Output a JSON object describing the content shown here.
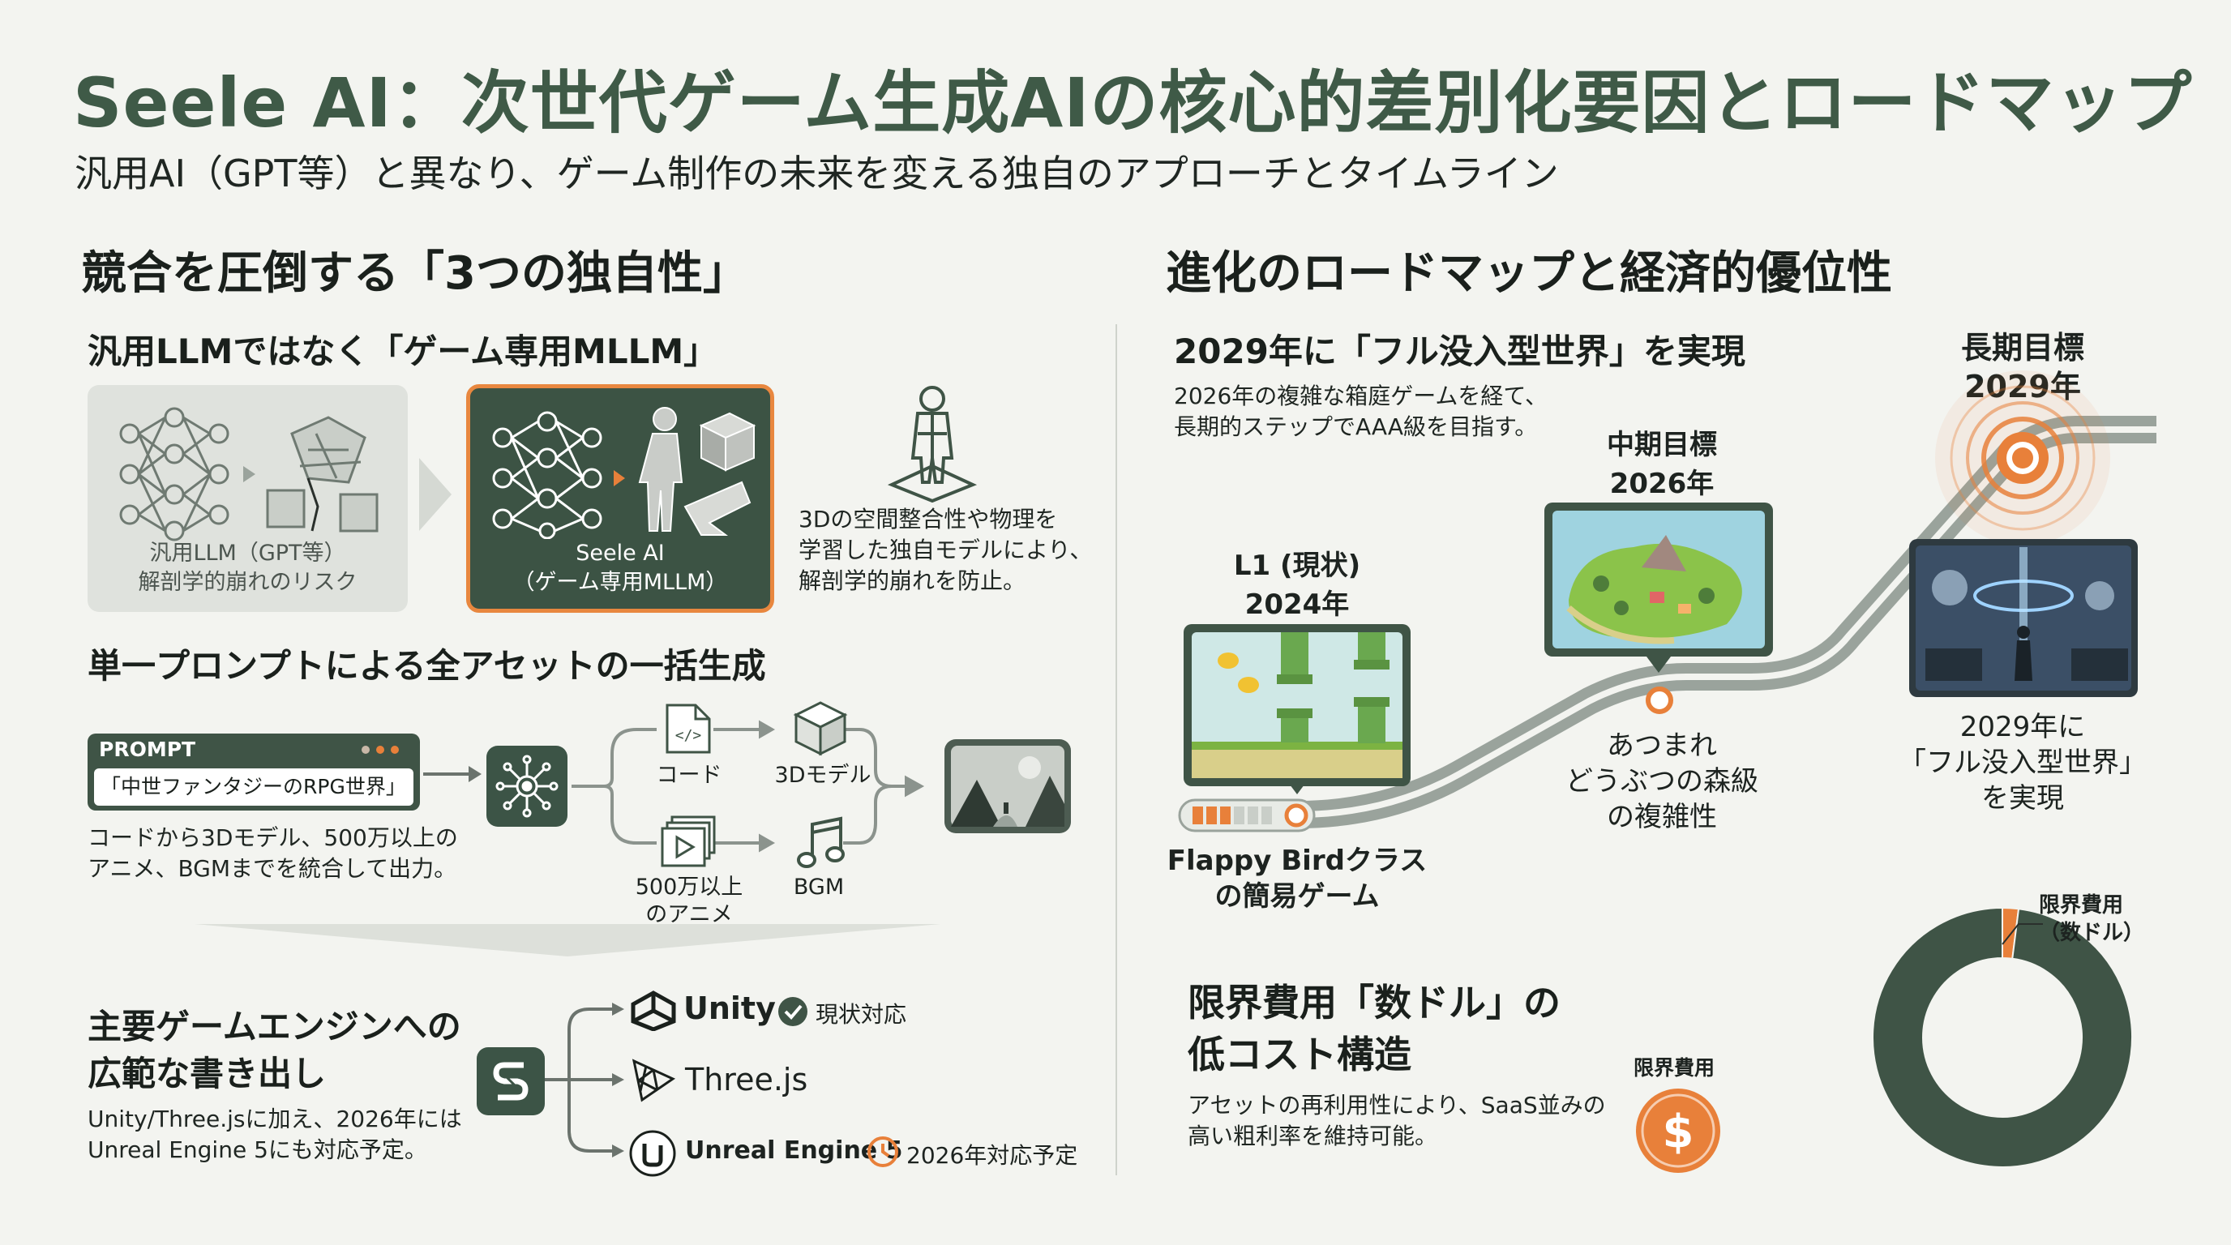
{
  "header": {
    "title": "Seele AI：次世代ゲーム生成AIの核心的差別化要因とロードマップ",
    "subtitle": "汎用AI（GPT等）と異なり、ゲーム制作の未来を変える独自のアプローチとタイムライン"
  },
  "left": {
    "section_title": "競合を圧倒する「3つの独自性」",
    "mllm": {
      "heading": "汎用LLMではなく「ゲーム専用MLLM」",
      "general_label": "汎用LLM（GPT等）\n解剖学的崩れのリスク",
      "seele_label": "Seele AI\n（ゲーム専用MLLM）",
      "description": "3Dの空間整合性や物理を\n学習した独自モデルにより、\n解剖学的崩れを防止。"
    },
    "prompt": {
      "heading": "単一プロンプトによる全アセットの一括生成",
      "tag": "PROMPT",
      "text": "「中世ファンタジーのRPG世界」",
      "description": "コードから3Dモデル、500万以上の\nアニメ、BGMまでを統合して出力。",
      "outputs": {
        "code": "コード",
        "model": "3Dモデル",
        "anim": "500万以上\nのアニメ",
        "bgm": "BGM"
      }
    },
    "export": {
      "heading": "主要ゲームエンジンへの\n広範な書き出し",
      "description": "Unity/Three.jsに加え、2026年には\nUnreal Engine 5にも対応予定。",
      "engines": {
        "unity": "Unity",
        "unity_status": "現状対応",
        "threejs": "Three.js",
        "unreal": "Unreal Engine 5",
        "unreal_status": "2026年対応予定"
      }
    }
  },
  "right": {
    "section_title": "進化のロードマップと経済的優位性",
    "roadmap": {
      "heading": "2029年に「フル没入型世界」を実現",
      "description": "2026年の複雑な箱庭ゲームを経て、\n長期的ステップでAAA級を目指す。",
      "l1_title": "L1 (現状)\n2024年",
      "l1_desc": "Flappy Birdクラス\nの簡易ゲーム",
      "mid_title": "中期目標\n2026年",
      "mid_desc": "あつまれ\nどうぶつの森級\nの複雑性",
      "long_title": "長期目標\n2029年",
      "long_desc": "2029年に\n「フル没入型世界」\nを実現"
    },
    "cost": {
      "heading": "限界費用「数ドル」の\n低コスト構造",
      "description": "アセットの再利用性により、SaaS並みの\n高い粗利率を維持可能。",
      "icon_label": "限界費用",
      "donut_label": "限界費用\n（数ドル）"
    }
  },
  "colors": {
    "accent": "#e8803a",
    "dark_green": "#3f5446",
    "title_green": "#3f5a47"
  },
  "chart_data": {
    "type": "pie",
    "values": [
      2,
      98
    ],
    "colors": [
      "#e8803a",
      "#3f5446"
    ]
  }
}
